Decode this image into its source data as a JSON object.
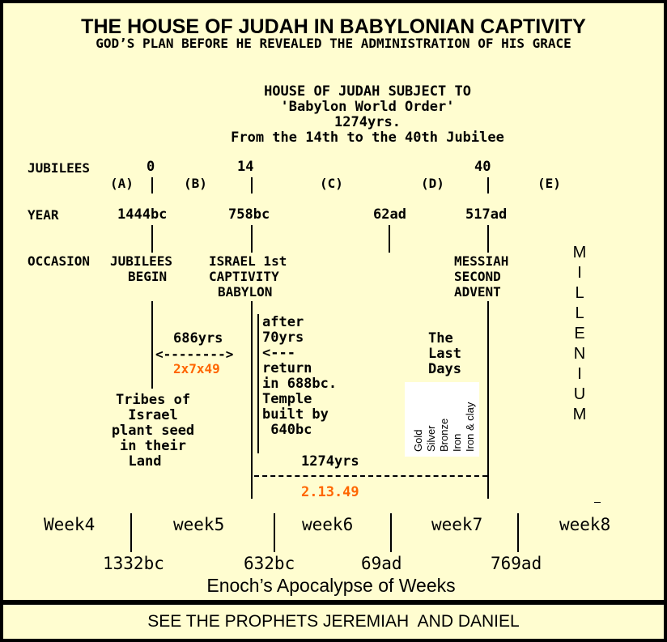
{
  "title": "THE HOUSE OF JUDAH IN BABYLONIAN CAPTIVITY",
  "subtitle": "GOD’S PLAN BEFORE HE REVEALED THE ADMINISTRATION OF HIS GRACE",
  "header_block": [
    "HOUSE OF JUDAH SUBJECT TO",
    "'Babylon World Order'",
    "1274yrs.",
    "From the 14th to the 40th Jubilee"
  ],
  "rows": {
    "jubilees_label": "JUBILEES",
    "year_label": "YEAR",
    "occasion_label": "OCCASION"
  },
  "jubilees": [
    "0",
    "14",
    "40"
  ],
  "periods": [
    "(A)",
    "(B)",
    "(C)",
    "(D)",
    "(E)"
  ],
  "years": [
    "1444bc",
    "758bc",
    "62ad",
    "517ad"
  ],
  "occasions": {
    "jubilees_begin": [
      "JUBILEES",
      "BEGIN"
    ],
    "israel_captivity": [
      "ISRAEL 1st",
      "CAPTIVITY",
      "BABYLON"
    ],
    "messiah_advent": [
      "MESSIAH",
      "SECOND",
      "ADVENT"
    ]
  },
  "span_a": {
    "years": "686yrs",
    "arrow": "<-------->",
    "code": "2x7x49"
  },
  "tribes_note": [
    "Tribes of",
    "Israel",
    "plant seed",
    "in their",
    "Land"
  ],
  "return_note": [
    "after",
    "70yrs",
    "<---",
    "return",
    "in 688bc.",
    "Temple",
    "built by",
    " 640bc"
  ],
  "last_days": [
    "The",
    "Last",
    "Days"
  ],
  "metals": [
    "Gold",
    "Silver",
    "Bronze",
    "Iron",
    "Iron & clay"
  ],
  "millenium": [
    "M",
    "I",
    "L",
    "L",
    "E",
    "N",
    "I",
    "U",
    "M"
  ],
  "span_main": {
    "years": "1274yrs",
    "code": "2.13.49"
  },
  "weeks": [
    "Week4",
    "week5",
    "week6",
    "week7",
    "week8"
  ],
  "week_years": [
    "1332bc",
    "632bc",
    "69ad",
    "769ad"
  ],
  "enoch": "Enoch’s Apocalypse of Weeks",
  "footer": "SEE THE PROPHETS JEREMIAH  AND DANIEL",
  "colors": {
    "background": "#fffdd0",
    "accent": "#ff6600",
    "frame": "#000000"
  }
}
